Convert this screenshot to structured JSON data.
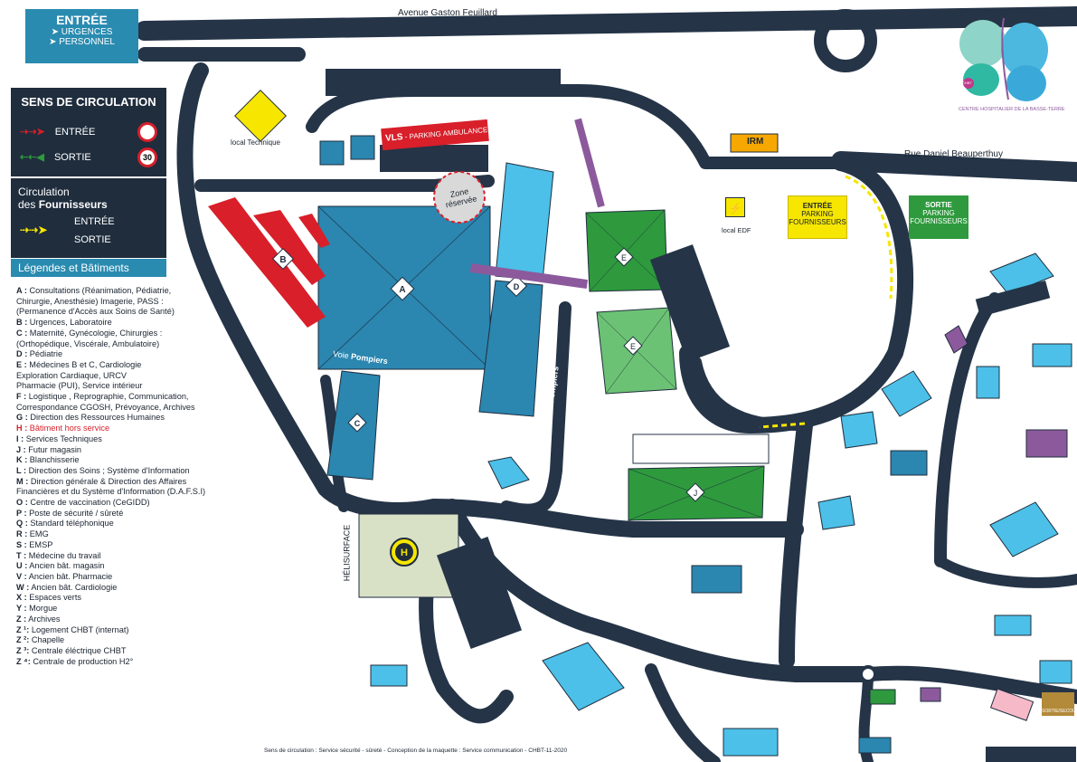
{
  "entrance_panel": {
    "title": "ENTRÉE",
    "line1": "URGENCES",
    "line2": "PERSONNEL"
  },
  "circulation_panel": {
    "title": "SENS DE CIRCULATION",
    "entry": "ENTRÉE",
    "exit": "SORTIE",
    "speed": "30"
  },
  "suppliers_panel": {
    "title_line1": "Circulation",
    "title_line2_prefix": "des ",
    "title_line2_bold": "Fournisseurs",
    "entry": "ENTRÉE",
    "exit": "SORTIE"
  },
  "legend_header": "Légendes et Bâtiments",
  "legend_items": [
    {
      "code": "A :",
      "text": " Consultations (Réanimation, Pédiatrie,"
    },
    {
      "code": "",
      "text": "Chirurgie, Anesthésie) Imagerie, PASS :"
    },
    {
      "code": "",
      "text": "(Permanence d'Accès aux Soins de Santé)"
    },
    {
      "code": "B :",
      "text": " Urgences, Laboratoire"
    },
    {
      "code": "C :",
      "text": " Maternité, Gynécologie, Chirurgies :"
    },
    {
      "code": "",
      "text": "(Orthopédique, Viscérale, Ambulatoire)"
    },
    {
      "code": "D :",
      "text": " Pédiatrie"
    },
    {
      "code": "E :",
      "text": " Médecines B et C, Cardiologie"
    },
    {
      "code": "",
      "text": "Exploration Cardiaque, URCV"
    },
    {
      "code": "",
      "text": "Pharmacie (PUI), Service intérieur"
    },
    {
      "code": "F :",
      "text": " Logistique , Reprographie, Communication,"
    },
    {
      "code": "",
      "text": "Correspondance CGOSH, Prévoyance, Archives"
    },
    {
      "code": "G :",
      "text": " Direction des Ressources Humaines"
    },
    {
      "code": "H :",
      "text": " Bâtiment hors service",
      "red": true
    },
    {
      "code": "I :",
      "text": " Services Techniques"
    },
    {
      "code": "J :",
      "text": " Futur magasin"
    },
    {
      "code": "K :",
      "text": " Blanchisserie"
    },
    {
      "code": "L :",
      "text": " Direction des Soins ; Système d'Information"
    },
    {
      "code": "M :",
      "text": " Direction générale & Direction des Affaires"
    },
    {
      "code": "",
      "text": "Financières et du Système d'Information (D.A.F.S.I)"
    },
    {
      "code": "O :",
      "text": " Centre de vaccination (CeGIDD)"
    },
    {
      "code": "P :",
      "text": " Poste de sécurité / sûreté"
    },
    {
      "code": "Q :",
      "text": " Standard téléphonique"
    },
    {
      "code": "R :",
      "text": " EMG"
    },
    {
      "code": "S :",
      "text": " EMSP"
    },
    {
      "code": "T :",
      "text": " Médecine du travail"
    },
    {
      "code": "U :",
      "text": " Ancien bât. magasin"
    },
    {
      "code": "V :",
      "text": " Ancien bât. Pharmacie"
    },
    {
      "code": "W :",
      "text": " Ancien bât. Cardiologie"
    },
    {
      "code": "X :",
      "text": "  Espaces verts"
    },
    {
      "code": "Y :",
      "text": "  Morgue"
    },
    {
      "code": "Z :",
      "text": "  Archives"
    },
    {
      "code": "Z ¹:",
      "text": " Logement CHBT (internat)"
    },
    {
      "code": "Z ²:",
      "text": " Chapelle"
    },
    {
      "code": "Z ³:",
      "text": " Centrale éléctrique CHBT"
    },
    {
      "code": "Z ⁴:",
      "text": " Centrale de production H2°"
    }
  ],
  "streets": {
    "top": "Avenue Gaston Feuillard",
    "right": "Rue Daniel Beauperthuy"
  },
  "logo_caption": "CENTRE HOSPITALIER DE LA BASSE-TERRE",
  "logo_mark": "CHBT",
  "labels": {
    "local_technique": "local Technique",
    "vls_bold": "VLS",
    "vls_rest": " - PARKING AMBULANCE",
    "zone": "Zone",
    "zone2": "réservée",
    "irm": "IRM",
    "local_edf": "local EDF",
    "entree_four_1": "ENTRÉE",
    "entree_four_2": "PARKING",
    "entree_four_3": "FOURNISSEURS",
    "sortie_four_1": "SORTIE",
    "sortie_four_2": "PARKING",
    "sortie_four_3": "FOURNISSEURS",
    "voie_pompiers_a": "Voie ",
    "voie_pompiers_b": "Pompiers",
    "helisurface": "HÉLISURFACE",
    "sortie_secours": "SORTIE/SECOURS"
  },
  "footer": "Sens de circulation :  Service sécurité - sûreté  -  Conception de la maquette : Service communication  - CHBT-11-2020",
  "colors": {
    "road": "#253447",
    "red_building": "#d81f2a",
    "blue_building": "#2b86b0",
    "light_blue": "#4cc0e8",
    "green_dark": "#2e9a3d",
    "green_light": "#6cc274",
    "purple": "#8c5a9c",
    "yellow": "#f6e600",
    "teal_panel": "#2a8bb0"
  }
}
